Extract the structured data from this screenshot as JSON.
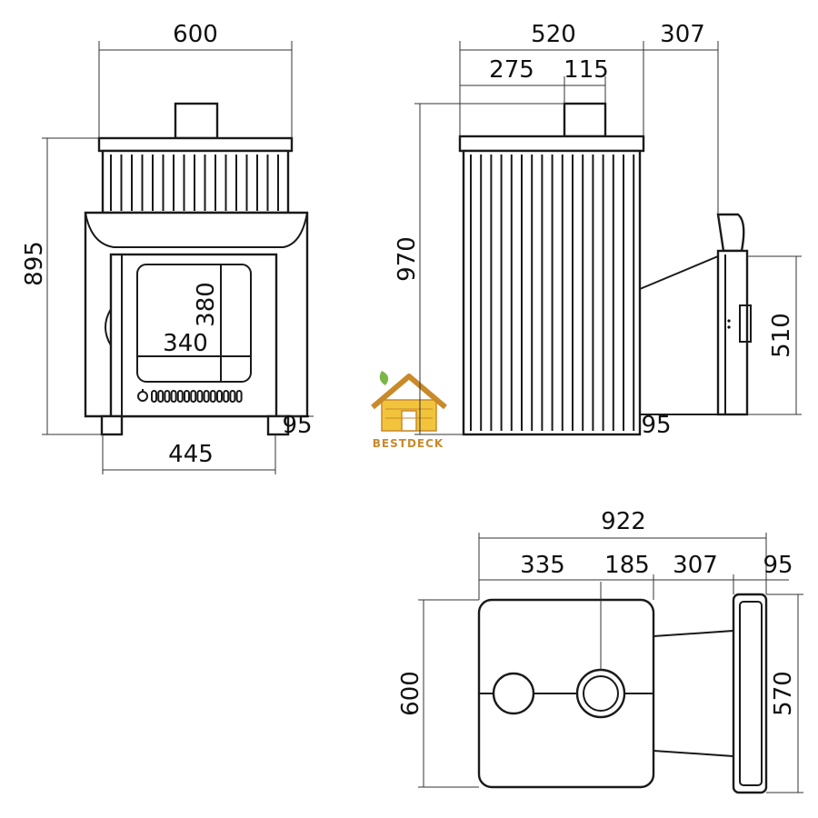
{
  "front_view": {
    "width_top": "600",
    "height": "895",
    "glass_height": "380",
    "glass_width": "340",
    "leg_height": "95",
    "width_bottom": "445"
  },
  "side_view": {
    "depth": "520",
    "offset_front": "275",
    "chimney_width": "115",
    "tank_depth": "307",
    "height": "970",
    "tank_height": "510",
    "leg_height": "95"
  },
  "top_view": {
    "total_length": "922",
    "offset_front": "335",
    "chimney_width": "185",
    "tank_depth": "307",
    "tank_extra": "95",
    "width": "600",
    "tank_width": "570"
  },
  "logo": {
    "text": "BESTDECK",
    "icon": "house-leaf-icon"
  },
  "colors": {
    "line": "#1a1a1a",
    "logo_house": "#f2c43b",
    "logo_roof": "#c98a2a",
    "logo_leaf": "#7ab648"
  }
}
